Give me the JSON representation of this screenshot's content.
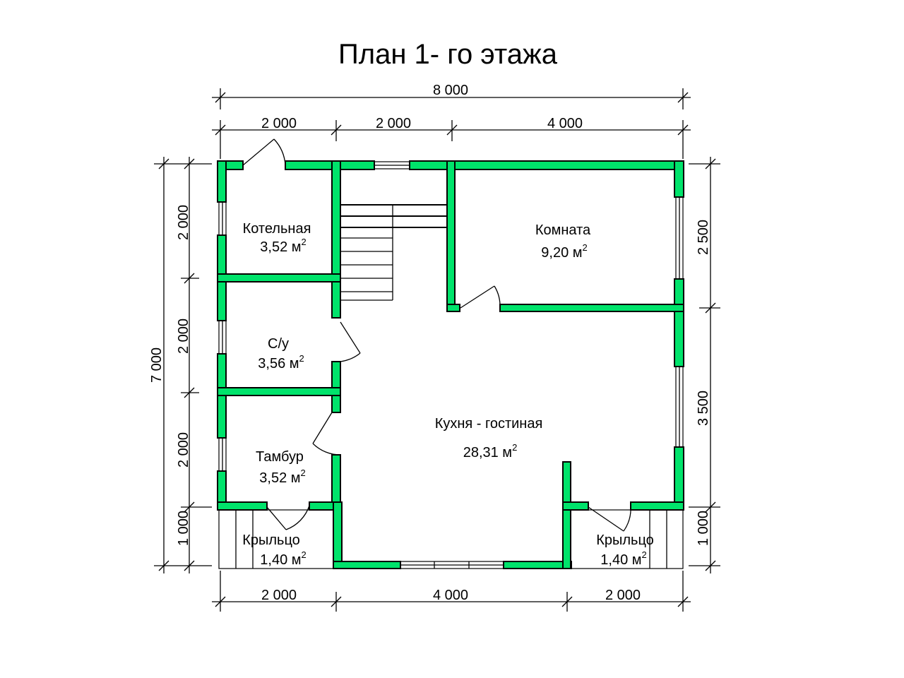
{
  "title": "План 1- го этажа",
  "colors": {
    "wall": "#00e36b",
    "line": "#000000",
    "background": "#ffffff"
  },
  "dimensions": {
    "top_total": "8 000",
    "top": [
      "2 000",
      "2 000",
      "4 000"
    ],
    "bottom": [
      "2 000",
      "4 000",
      "2 000"
    ],
    "left_total": "7 000",
    "left": [
      "2 000",
      "2 000",
      "2 000",
      "1 000"
    ],
    "right": [
      "2 500",
      "3 500",
      "1 000"
    ]
  },
  "rooms": [
    {
      "name": "Котельная",
      "area": "3,52 м"
    },
    {
      "name": "Комната",
      "area": "9,20 м"
    },
    {
      "name": "С/у",
      "area": "3,56 м"
    },
    {
      "name": "Кухня - гостиная",
      "area": "28,31 м"
    },
    {
      "name": "Тамбур",
      "area": "3,52 м"
    },
    {
      "name": "Крыльцо",
      "area": "1,40 м"
    },
    {
      "name": "Крыльцо",
      "area": "1,40 м"
    }
  ],
  "area_superscript": "2"
}
